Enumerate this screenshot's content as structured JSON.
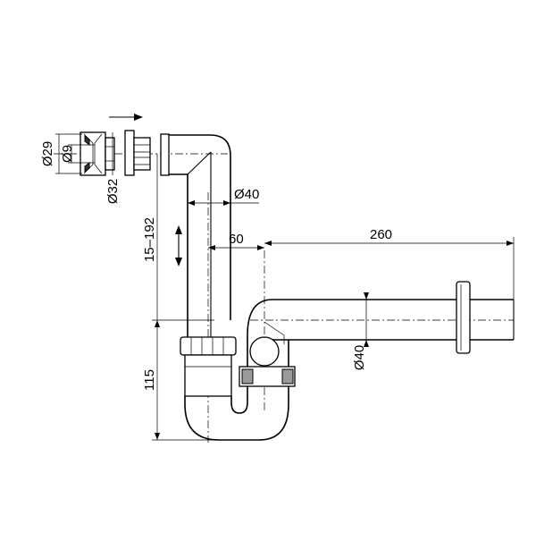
{
  "dimensions": {
    "d29": "Ø29",
    "d9": "Ø9",
    "d32": "Ø32",
    "d40_top": "Ø40",
    "height_range": "15–192",
    "offset_60": "60",
    "length_260": "260",
    "d40_side": "Ø40",
    "height_115": "115"
  },
  "colors": {
    "line": "#000000",
    "seal_fill": "#9a9a9a",
    "background": "#ffffff"
  }
}
